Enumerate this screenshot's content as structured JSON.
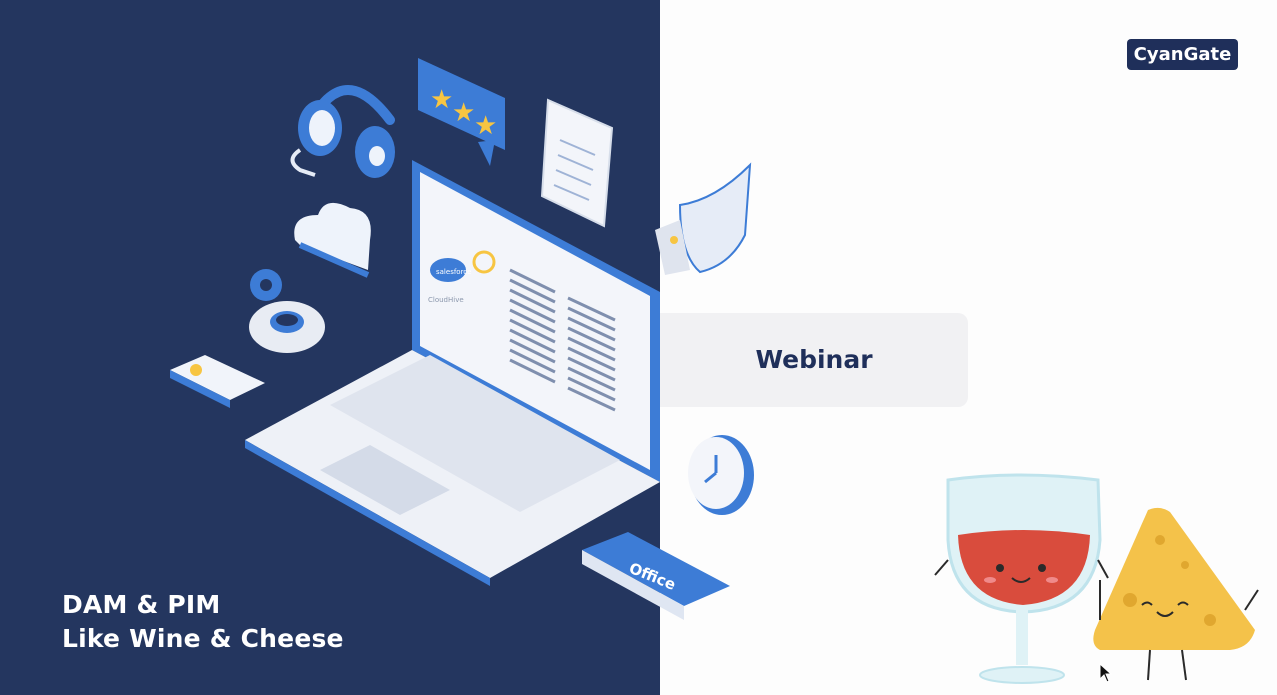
{
  "slide": {
    "title_lines": [
      "DAM & PIM",
      "Like Wine & Cheese"
    ],
    "subtitle": "Webinar",
    "brand": "CyanGate"
  },
  "illustration": {
    "laptop_app_label": "salesforce",
    "laptop_app_label_2": "CloudHive",
    "folder_label": "Office"
  },
  "colors": {
    "left_panel": "#24365f",
    "accent_blue": "#3d7cd6",
    "brand_badge": "#1f2f5a",
    "wine": "#d94c3d",
    "cheese": "#f4c24a"
  },
  "icons": [
    "headset-icon",
    "rating-stars-icon",
    "document-icon",
    "shield-icon",
    "cloud-icon",
    "gear-icon",
    "clock-icon",
    "folder-icon",
    "card-icon"
  ]
}
